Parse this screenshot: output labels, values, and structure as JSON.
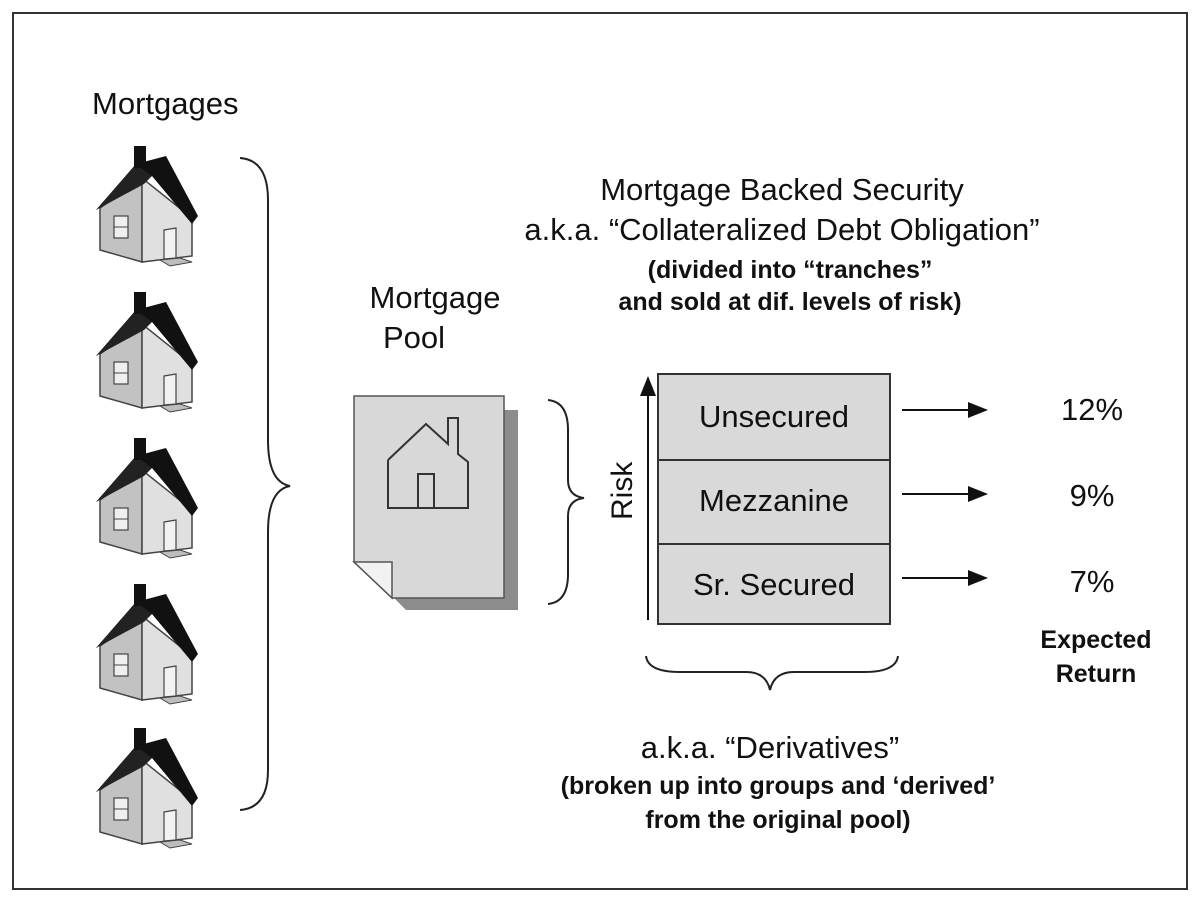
{
  "mortgages_label": "Mortgages",
  "pool_label": [
    "Mortgage",
    "Pool"
  ],
  "mbs": {
    "title": "Mortgage Backed Security",
    "aka": "a.k.a. “Collateralized Debt Obligation”",
    "note_line1": "(divided into “tranches”",
    "note_line2": "and sold at dif. levels of risk)"
  },
  "risk_axis_label": "Risk",
  "tranches": [
    {
      "name": "Unsecured",
      "return": "12%"
    },
    {
      "name": "Mezzanine",
      "return": "9%"
    },
    {
      "name": "Sr. Secured",
      "return": "7%"
    }
  ],
  "expected_return_label": [
    "Expected",
    "Return"
  ],
  "derivatives": {
    "title": "a.k.a. “Derivatives”",
    "note_line1": "(broken up into groups and ‘derived’",
    "note_line2": "from the original pool)"
  },
  "colors": {
    "tranche_fill": "#d9d9d9",
    "house_wall": "#c8c8c8",
    "house_roof": "#111111",
    "document_fill": "#d8d8d8",
    "document_shadow": "#8c8c8c"
  },
  "icons": {
    "mortgage": "house-icon",
    "pool": "document-house-icon"
  }
}
